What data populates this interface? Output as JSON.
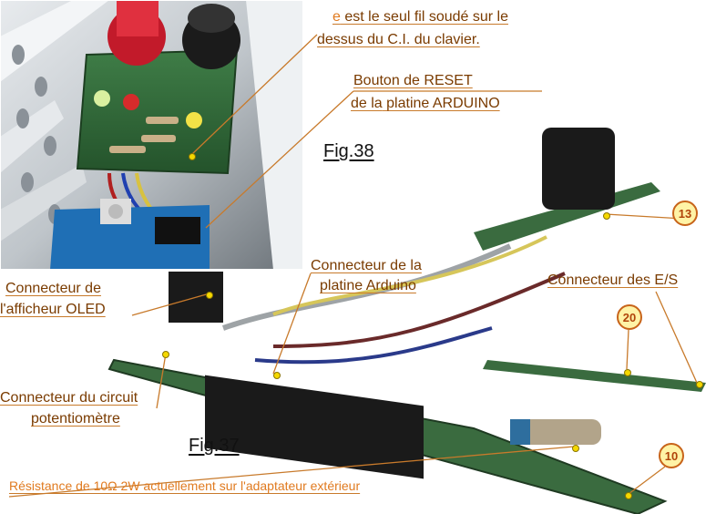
{
  "labels": {
    "fil_soude_prefix": "e",
    "fil_soude_line1": " est le seul fil soudé sur le",
    "fil_soude_line2": "dessus du C.I. du clavier.",
    "reset_line1": "Bouton de RESET",
    "reset_line2_a": "de la",
    "reset_line2_b": " platine ARDUINO",
    "fig38": "Fig.38",
    "arduino_conn_line1": "Connecteur de la",
    "arduino_conn_line2": "platine Arduino",
    "es_conn": "Connecteur des E/S",
    "oled_line1": "Connecteur de",
    "oled_line2": "l'afficheur OLED",
    "pot_line1": "Connecteur du circuit",
    "pot_line2": "potentiomètre",
    "fig37": "Fig.37",
    "resistance": "Résistance de 10Ω 2W actuellement sur l'adaptateur extérieur"
  },
  "badges": {
    "b13": "13",
    "b20": "20",
    "b10": "10"
  },
  "colors": {
    "label_text": "#7a3b00",
    "label_underline": "#c87a2b",
    "badge_fill": "#fff3a6",
    "badge_border": "#c8641a",
    "pcb_green": "#2f6b3a",
    "resistance_label": "#e07a1f"
  }
}
